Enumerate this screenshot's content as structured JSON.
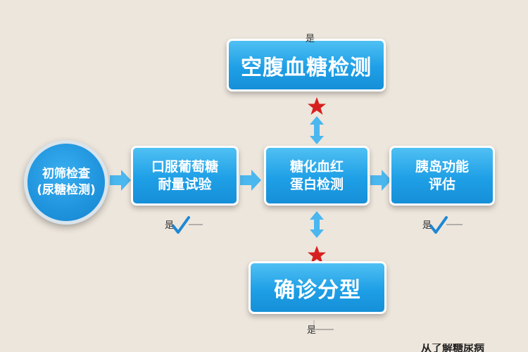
{
  "nodes": {
    "top": {
      "label": "空腹血糖检测"
    },
    "screen": {
      "line1": "初筛检查",
      "line2": "(尿糖检测)"
    },
    "ogtt": {
      "line1": "口服葡萄糖",
      "line2": "耐量试验"
    },
    "hba1c": {
      "line1": "糖化血红",
      "line2": "蛋白检测"
    },
    "islet": {
      "line1": "胰岛功能",
      "line2": "评估"
    },
    "bottom": {
      "label": "确诊分型"
    }
  },
  "notes": {
    "top_yes": "是",
    "left_yes": "是",
    "right_yes": "是",
    "bottom_yes": "是"
  },
  "corner_text": "从了解糖尿病",
  "colors": {
    "box_blue": "#1e9fe6",
    "arrow_blue": "#4bb7ef",
    "star_red": "#d62020",
    "check_blue": "#1e88d4",
    "background": "#ede6dc"
  }
}
